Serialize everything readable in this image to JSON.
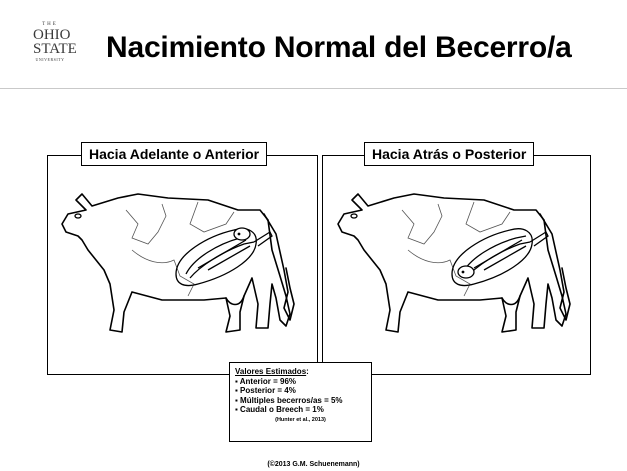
{
  "logo": {
    "line1": "THE",
    "line2": "OHIO",
    "line3": "STATE",
    "line4": "UNIVERSITY"
  },
  "slide": {
    "title": "Nacimiento Normal del Becerro/a"
  },
  "panels": {
    "left_label": "Hacia Adelante o Anterior",
    "right_label": "Hacia Atrás o Posterior"
  },
  "estimates": {
    "heading": "Valores Estimados",
    "heading_suffix": ":",
    "items": [
      "▪ Anterior = 96%",
      "▪ Posterior = 4%",
      "▪ Múltiples becerros/as = 5%",
      "▪ Caudal o Breech = 1%"
    ],
    "citation": "(Hunter et al., 2013)"
  },
  "footer": "(©2013 G.M. Schuenemann)"
}
